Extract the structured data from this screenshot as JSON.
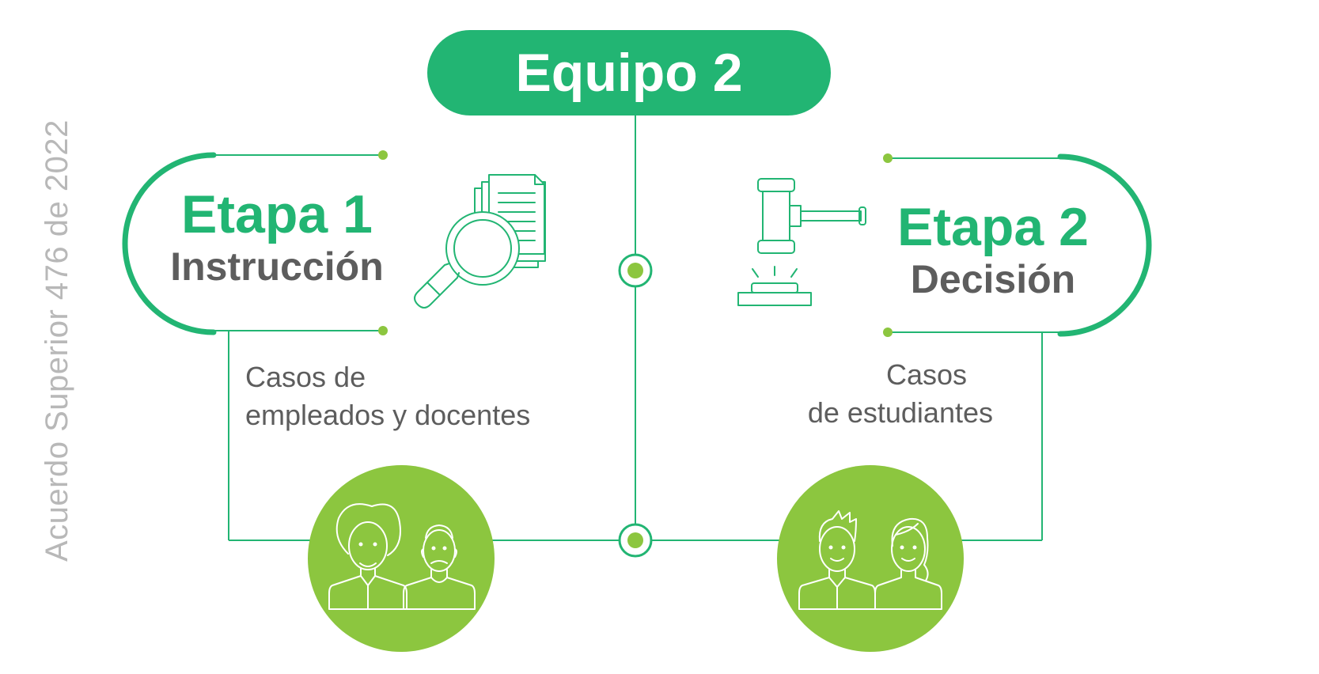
{
  "colors": {
    "primary_green": "#22b573",
    "light_green": "#8cc63f",
    "text_gray": "#5d5d5d",
    "side_text_gray": "#b8b8b8"
  },
  "header": {
    "title": "Equipo 2"
  },
  "side_caption": "Acuerdo Superior 476 de 2022",
  "stage1": {
    "title": "Etapa 1",
    "subtitle": "Instrucción",
    "cases_line1": "Casos de",
    "cases_line2": "empleados y docentes",
    "icon": "document-magnifier-icon",
    "people_icon": "adult-woman-elderly-man-icon"
  },
  "stage2": {
    "title": "Etapa 2",
    "subtitle": "Decisión",
    "cases_line1": "Casos",
    "cases_line2": "de estudiantes",
    "icon": "gavel-icon",
    "people_icon": "young-man-young-woman-icon"
  }
}
